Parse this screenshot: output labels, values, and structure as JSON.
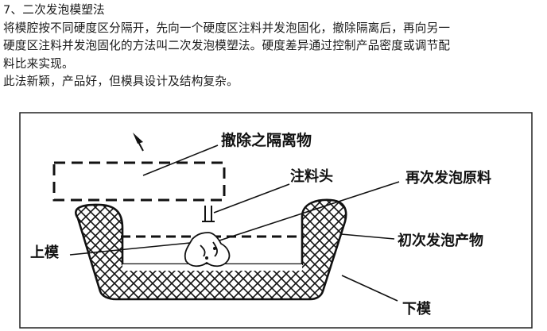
{
  "document": {
    "heading": "7、二次发泡模塑法",
    "paragraph_lines": [
      "将模腔按不同硬度区分隔开，先向一个硬度区注料并发泡固化，撤除隔离后，再向另一",
      "硬度区注料并发泡固化的方法叫二次发泡模塑法。硬度差异通过控制产品密度或调节配",
      "料比来实现。",
      "此法新颖，产品好，但模具设计及结构复杂。"
    ]
  },
  "figure": {
    "labels": {
      "removed_separator": "撤除之隔离物",
      "injection_head": "注料头",
      "second_foam_material": "再次发泡原料",
      "upper_mold": "上模",
      "first_foam_product": "初次发泡产物",
      "lower_mold": "下模"
    }
  }
}
